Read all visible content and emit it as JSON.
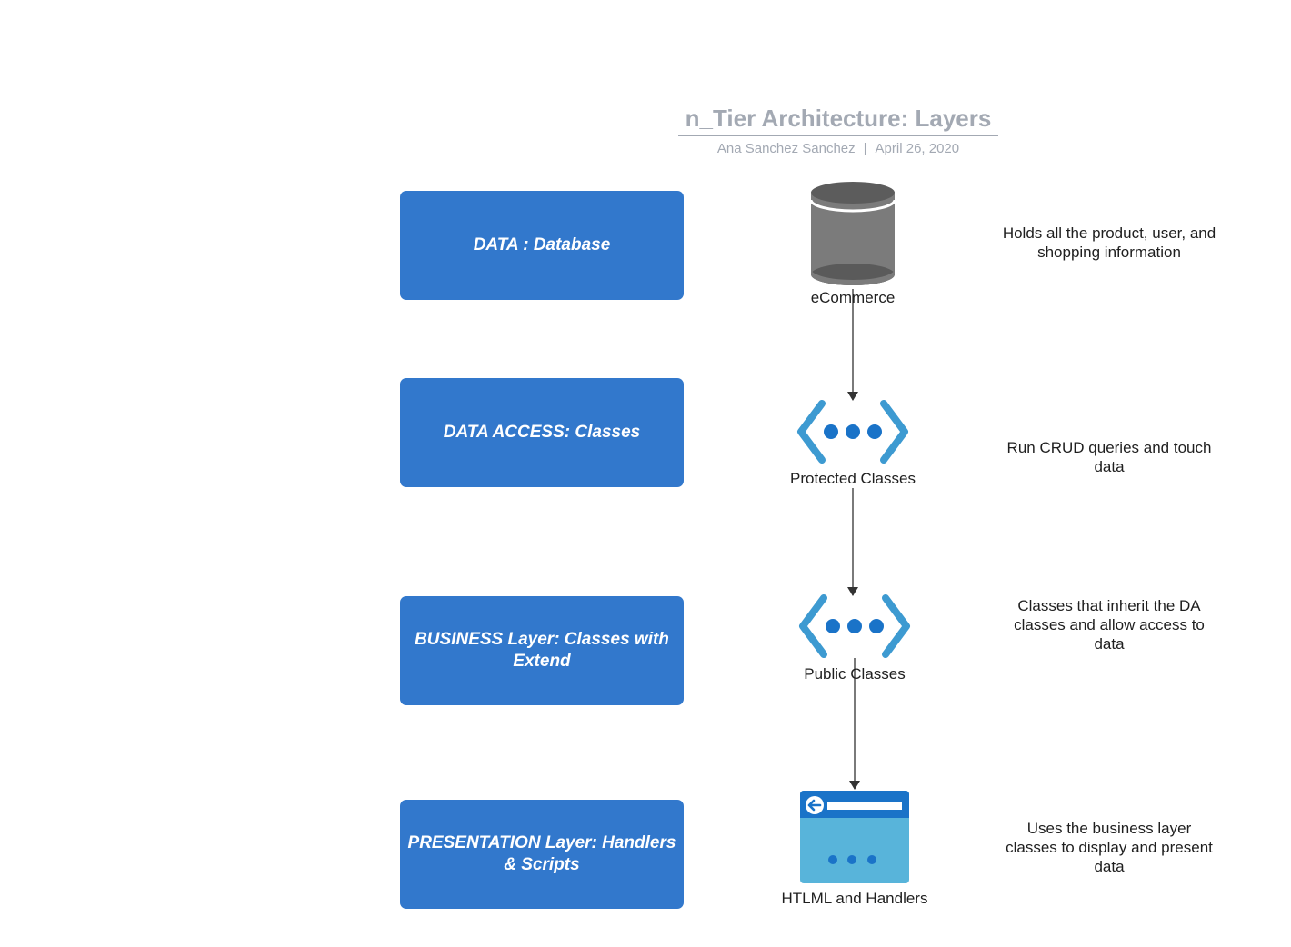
{
  "header": {
    "title": "n_Tier Architecture: Layers",
    "author": "Ana Sanchez Sanchez",
    "separator": "|",
    "date": "April 26, 2020"
  },
  "layers": [
    {
      "box_label": "DATA : Database",
      "icon": "database-cylinder-icon",
      "icon_label": "eCommerce",
      "description": "Holds all the product, user, and shopping information"
    },
    {
      "box_label": "DATA ACCESS: Classes",
      "icon": "code-brackets-icon",
      "icon_label": "Protected Classes",
      "description": "Run CRUD queries and touch data"
    },
    {
      "box_label": "BUSINESS Layer: Classes with Extend",
      "icon": "code-brackets-icon",
      "icon_label": "Public Classes",
      "description": "Classes that inherit the DA classes and allow access to data"
    },
    {
      "box_label": "PRESENTATION Layer: Handlers & Scripts",
      "icon": "browser-window-icon",
      "icon_label": "HTLML and Handlers",
      "description": "Uses the business layer classes to display and present data"
    }
  ],
  "colors": {
    "layer_box": "#3278cc",
    "title_gray": "#a3a9b3",
    "database_gray": "#7b7b7b",
    "icon_blue_dark": "#1a73c8",
    "icon_blue_light": "#3d9ad1",
    "browser_light": "#58b4da",
    "connector": "#333333"
  }
}
